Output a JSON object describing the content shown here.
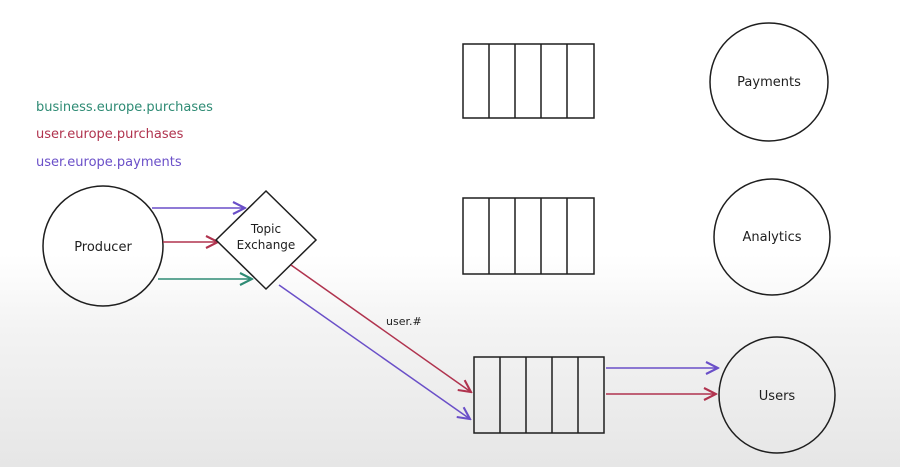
{
  "legend": [
    {
      "label": "business.europe.purchases",
      "color": "#2e8b74"
    },
    {
      "label": "user.europe.purchases",
      "color": "#b0334e"
    },
    {
      "label": "user.europe.payments",
      "color": "#6a4fc8"
    }
  ],
  "nodes": {
    "producer": "Producer",
    "exchange_line1": "Topic",
    "exchange_line2": "Exchange",
    "payments": "Payments",
    "analytics": "Analytics",
    "users": "Users"
  },
  "binding_label": "user.#",
  "colors": {
    "ink": "#1e1e1e",
    "green": "#2e8b74",
    "red": "#b0334e",
    "purple": "#6a4fc8"
  }
}
